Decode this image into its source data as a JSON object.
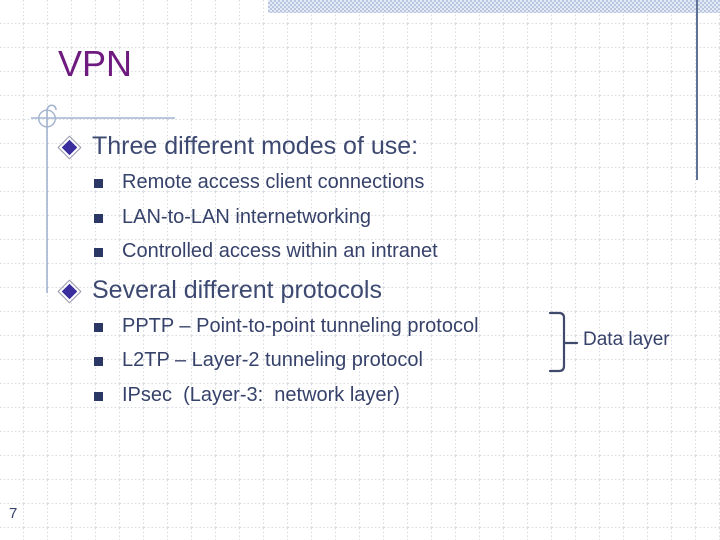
{
  "slide": {
    "title": "VPN",
    "sections": [
      {
        "heading": "Three different modes of use:",
        "items": [
          "Remote access client connections",
          "LAN-to-LAN internetworking",
          "Controlled access within an intranet"
        ]
      },
      {
        "heading": "Several different protocols",
        "items": [
          "PPTP – Point-to-point tunneling protocol",
          "L2TP – Layer-2 tunneling protocol",
          "IPsec  (Layer-3:  network layer)"
        ]
      }
    ],
    "annotation": {
      "label": "Data layer"
    },
    "page_number": "7",
    "colors": {
      "title": "#6E1A7E",
      "heading": "#3D4971",
      "body": "#36426A",
      "diamond_bullet": "#3A2D9E",
      "square_bullet": "#2B3765",
      "decor_line": "#A3B3CF",
      "top_band": "#B9C7E2",
      "right_border": "#5E7197",
      "grid": "#D7DBE1"
    }
  }
}
